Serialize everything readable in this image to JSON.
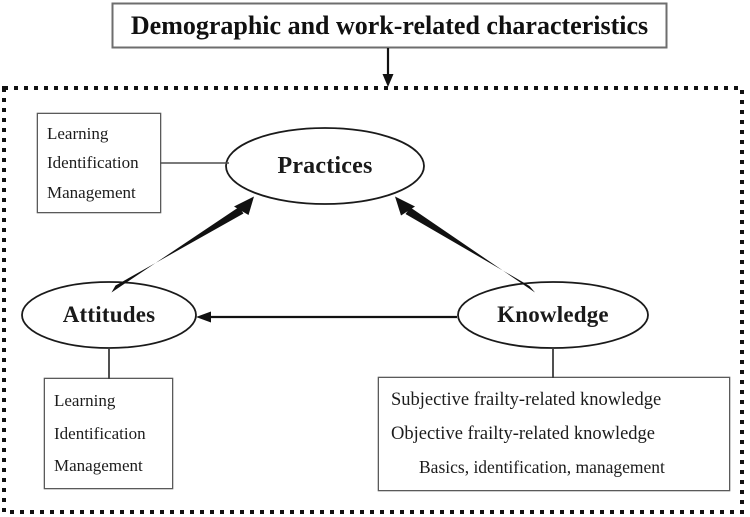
{
  "diagram": {
    "title_box": {
      "label": "Demographic and work-related characteristics"
    },
    "nodes": [
      {
        "id": "practices",
        "label": "Practices",
        "shape": "ellipse"
      },
      {
        "id": "attitudes",
        "label": "Attitudes",
        "shape": "ellipse"
      },
      {
        "id": "knowledge",
        "label": "Knowledge",
        "shape": "ellipse"
      }
    ],
    "practices_detail_box": {
      "items": [
        "Learning",
        "Identification",
        "Management"
      ]
    },
    "attitudes_detail_box": {
      "items": [
        "Learning",
        "Identification",
        "Management"
      ]
    },
    "knowledge_detail_box": {
      "items": [
        "Subjective frailty-related knowledge",
        "Objective frailty-related knowledge",
        "Basics, identification, management"
      ]
    },
    "colors": {
      "stroke": "#1a1a1a",
      "box_stroke": "#555555",
      "text": "#1a1a1a",
      "background": "#ffffff"
    }
  }
}
